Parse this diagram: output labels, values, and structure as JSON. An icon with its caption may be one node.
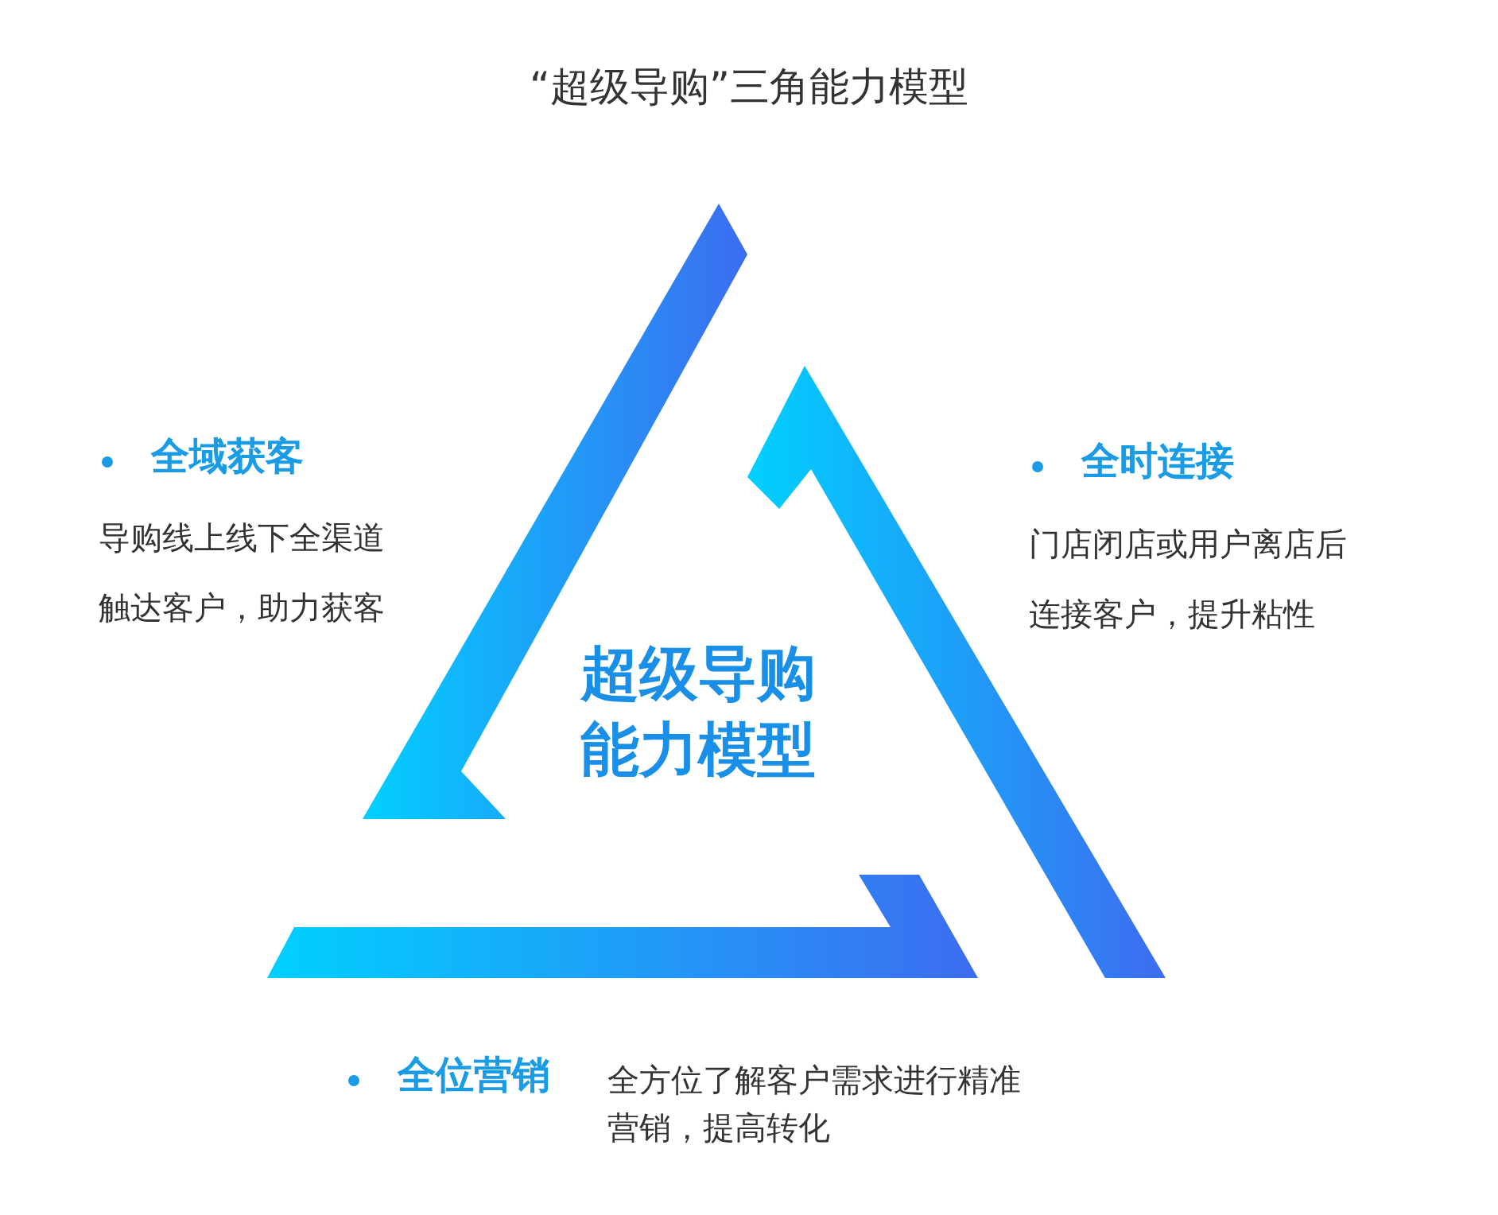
{
  "diagram": {
    "title": "“超级导购”三角能力模型",
    "nodes": [
      {
        "text": [
          "超级导购能力模型"
        ]
      }
    ],
    "labels": [
      "全域获客",
      "导购线上线下全渠道触达客户，助力获客",
      "全时连接",
      "门店闭店或用户离店后连接客户，提升粘性",
      "全位营销",
      "全方位了解客户需求进行精准营销，提高转化"
    ]
  }
}
